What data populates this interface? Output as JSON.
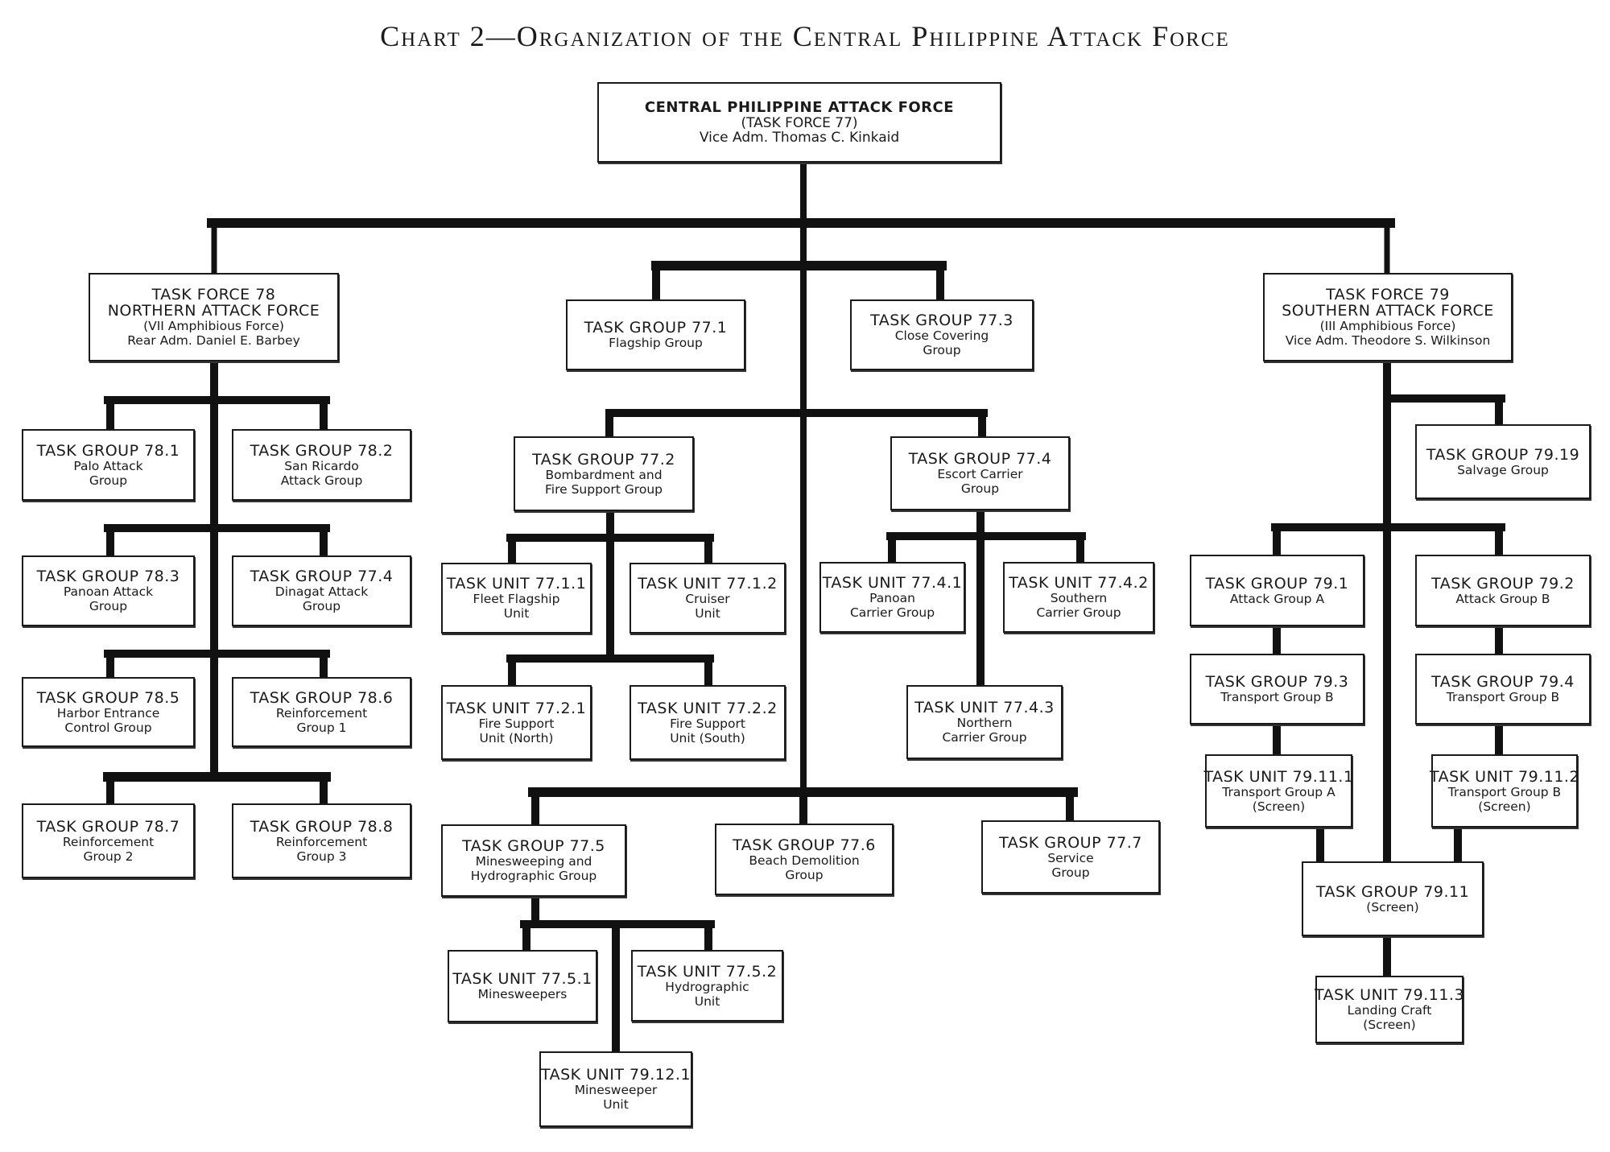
{
  "title": "Chart 2—Organization of the Central Philippine Attack Force",
  "colors": {
    "line": "#111111",
    "box_border": "#1a1a1a",
    "background": "#ffffff",
    "text": "#1a1a1a"
  },
  "nodes": {
    "root": {
      "code": "CENTRAL PHILIPPINE ATTACK FORCE",
      "lines": [
        "(TASK FORCE 77)",
        "Vice Adm. Thomas C. Kinkaid"
      ]
    },
    "tf78": {
      "code": "TASK FORCE 78",
      "lines": [
        "NORTHERN ATTACK FORCE",
        "(VII Amphibious Force)",
        "Rear Adm. Daniel E. Barbey"
      ]
    },
    "tf79": {
      "code": "TASK FORCE 79",
      "lines": [
        "SOUTHERN ATTACK FORCE",
        "(III Amphibious Force)",
        "Vice Adm. Theodore S. Wilkinson"
      ]
    },
    "tg77_1": {
      "code": "TASK GROUP 77.1",
      "lines": [
        "Flagship Group"
      ]
    },
    "tg77_3": {
      "code": "TASK GROUP 77.3",
      "lines": [
        "Close Covering",
        "Group"
      ]
    },
    "tg78_1": {
      "code": "TASK GROUP 78.1",
      "lines": [
        "Palo Attack",
        "Group"
      ]
    },
    "tg78_2": {
      "code": "TASK GROUP 78.2",
      "lines": [
        "San Ricardo",
        "Attack Group"
      ]
    },
    "tg78_3": {
      "code": "TASK GROUP 78.3",
      "lines": [
        "Panoan Attack",
        "Group"
      ]
    },
    "tg78_4": {
      "code": "TASK GROUP 77.4",
      "lines": [
        "Dinagat Attack",
        "Group"
      ]
    },
    "tg78_5": {
      "code": "TASK GROUP 78.5",
      "lines": [
        "Harbor Entrance",
        "Control Group"
      ]
    },
    "tg78_6": {
      "code": "TASK GROUP 78.6",
      "lines": [
        "Reinforcement",
        "Group 1"
      ]
    },
    "tg78_7": {
      "code": "TASK GROUP 78.7",
      "lines": [
        "Reinforcement",
        "Group 2"
      ]
    },
    "tg78_8": {
      "code": "TASK GROUP 78.8",
      "lines": [
        "Reinforcement",
        "Group 3"
      ]
    },
    "tg77_2": {
      "code": "TASK GROUP 77.2",
      "lines": [
        "Bombardment and",
        "Fire Support Group"
      ]
    },
    "tg77_4": {
      "code": "TASK GROUP 77.4",
      "lines": [
        "Escort Carrier",
        "Group"
      ]
    },
    "tu77_1_1": {
      "code": "TASK UNIT 77.1.1",
      "lines": [
        "Fleet Flagship",
        "Unit"
      ]
    },
    "tu77_1_2": {
      "code": "TASK UNIT 77.1.2",
      "lines": [
        "Cruiser",
        "Unit"
      ]
    },
    "tu77_2_1": {
      "code": "TASK UNIT 77.2.1",
      "lines": [
        "Fire Support",
        "Unit (North)"
      ]
    },
    "tu77_2_2": {
      "code": "TASK UNIT 77.2.2",
      "lines": [
        "Fire Support",
        "Unit (South)"
      ]
    },
    "tu77_4_1": {
      "code": "TASK UNIT 77.4.1",
      "lines": [
        "Panoan",
        "Carrier Group"
      ]
    },
    "tu77_4_2": {
      "code": "TASK UNIT 77.4.2",
      "lines": [
        "Southern",
        "Carrier Group"
      ]
    },
    "tu77_4_3": {
      "code": "TASK UNIT 77.4.3",
      "lines": [
        "Northern",
        "Carrier Group"
      ]
    },
    "tg77_5": {
      "code": "TASK GROUP 77.5",
      "lines": [
        "Minesweeping and",
        "Hydrographic Group"
      ]
    },
    "tg77_6": {
      "code": "TASK GROUP 77.6",
      "lines": [
        "Beach Demolition",
        "Group"
      ]
    },
    "tg77_7": {
      "code": "TASK GROUP 77.7",
      "lines": [
        "Service",
        "Group"
      ]
    },
    "tu77_5_1": {
      "code": "TASK UNIT 77.5.1",
      "lines": [
        "Minesweepers"
      ]
    },
    "tu77_5_2": {
      "code": "TASK UNIT 77.5.2",
      "lines": [
        "Hydrographic",
        "Unit"
      ]
    },
    "tu79_12_1": {
      "code": "TASK UNIT 79.12.1",
      "lines": [
        "Minesweeper",
        "Unit"
      ]
    },
    "tg79_19": {
      "code": "TASK GROUP 79.19",
      "lines": [
        "Salvage Group"
      ]
    },
    "tg79_1": {
      "code": "TASK GROUP 79.1",
      "lines": [
        "Attack Group A"
      ]
    },
    "tg79_2": {
      "code": "TASK GROUP 79.2",
      "lines": [
        "Attack Group B"
      ]
    },
    "tg79_3": {
      "code": "TASK GROUP 79.3",
      "lines": [
        "Transport Group B"
      ]
    },
    "tg79_4": {
      "code": "TASK GROUP 79.4",
      "lines": [
        "Transport Group B"
      ]
    },
    "tu79_11_1": {
      "code": "TASK UNIT 79.11.1",
      "lines": [
        "Transport Group A",
        "(Screen)"
      ]
    },
    "tu79_11_2": {
      "code": "TASK UNIT 79.11.2",
      "lines": [
        "Transport Group B",
        "(Screen)"
      ]
    },
    "tg79_11": {
      "code": "TASK GROUP 79.11",
      "lines": [
        "(Screen)"
      ]
    },
    "tu79_11_3": {
      "code": "TASK UNIT 79.11.3",
      "lines": [
        "Landing Craft",
        "(Screen)"
      ]
    }
  },
  "edges": [
    {
      "from": "root",
      "to": "tf78",
      "style": "solid"
    },
    {
      "from": "root",
      "to": "tf79",
      "style": "solid"
    },
    {
      "from": "root",
      "to": "tg77_1",
      "style": "solid"
    },
    {
      "from": "root",
      "to": "tg77_3",
      "style": "solid"
    },
    {
      "from": "root",
      "to": "tg77_2",
      "style": "solid"
    },
    {
      "from": "root",
      "to": "tg77_4",
      "style": "solid"
    },
    {
      "from": "root",
      "to": "tg77_5",
      "style": "solid"
    },
    {
      "from": "root",
      "to": "tg77_6",
      "style": "solid"
    },
    {
      "from": "root",
      "to": "tg77_7",
      "style": "solid"
    },
    {
      "from": "tf78",
      "to": "tg78_1",
      "style": "solid"
    },
    {
      "from": "tf78",
      "to": "tg78_2",
      "style": "solid"
    },
    {
      "from": "tf78",
      "to": "tg78_3",
      "style": "solid"
    },
    {
      "from": "tf78",
      "to": "tg78_4",
      "style": "solid"
    },
    {
      "from": "tf78",
      "to": "tg78_5",
      "style": "solid"
    },
    {
      "from": "tf78",
      "to": "tg78_6",
      "style": "solid"
    },
    {
      "from": "tf78",
      "to": "tg78_7",
      "style": "solid"
    },
    {
      "from": "tf78",
      "to": "tg78_8",
      "style": "solid"
    },
    {
      "from": "tg77_2",
      "to": "tu77_1_1",
      "style": "solid"
    },
    {
      "from": "tg77_2",
      "to": "tu77_1_2",
      "style": "solid"
    },
    {
      "from": "tg77_2",
      "to": "tu77_2_1",
      "style": "solid"
    },
    {
      "from": "tg77_2",
      "to": "tu77_2_2",
      "style": "solid"
    },
    {
      "from": "tg77_4",
      "to": "tu77_4_1",
      "style": "solid"
    },
    {
      "from": "tg77_4",
      "to": "tu77_4_2",
      "style": "solid"
    },
    {
      "from": "tg77_4",
      "to": "tu77_4_3",
      "style": "solid"
    },
    {
      "from": "tg77_5",
      "to": "tu77_5_1",
      "style": "solid"
    },
    {
      "from": "tg77_5",
      "to": "tu77_5_2",
      "style": "solid"
    },
    {
      "from": "tg77_5",
      "to": "tu79_12_1",
      "style": "solid"
    },
    {
      "from": "tf79",
      "to": "tg79_19",
      "style": "solid"
    },
    {
      "from": "tf79",
      "to": "tg79_1",
      "style": "solid"
    },
    {
      "from": "tf79",
      "to": "tg79_2",
      "style": "solid"
    },
    {
      "from": "tf79",
      "to": "tg79_11",
      "style": "solid"
    },
    {
      "from": "tg79_1",
      "to": "tg79_3",
      "style": "solid"
    },
    {
      "from": "tg79_3",
      "to": "tu79_11_1",
      "style": "solid"
    },
    {
      "from": "tg79_2",
      "to": "tg79_4",
      "style": "solid"
    },
    {
      "from": "tg79_4",
      "to": "tu79_11_2",
      "style": "solid"
    },
    {
      "from": "tu79_11_1",
      "to": "tg79_11",
      "style": "dashed"
    },
    {
      "from": "tu79_11_2",
      "to": "tg79_11",
      "style": "dashed"
    },
    {
      "from": "tg79_11",
      "to": "tu79_11_3",
      "style": "solid"
    }
  ]
}
